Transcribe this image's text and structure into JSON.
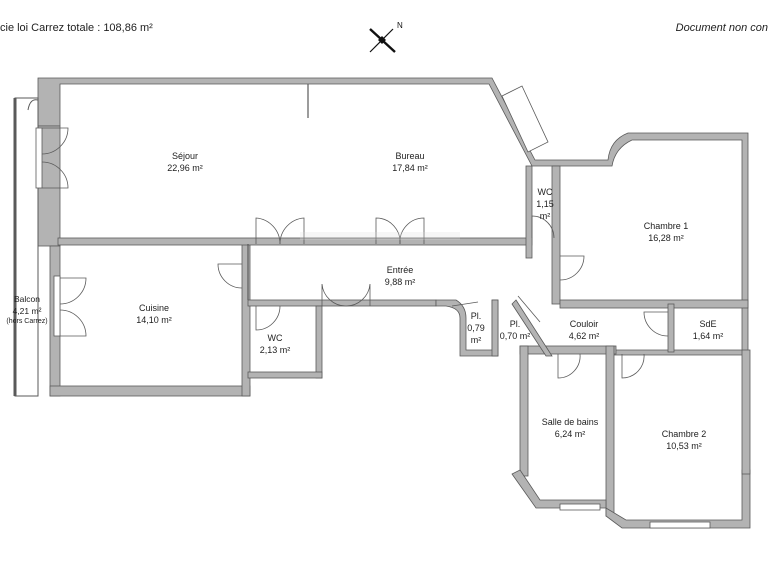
{
  "header": {
    "surface_text": "cie loi Carrez totale :  108,86 m²",
    "disclaimer_text": "Document non con"
  },
  "compass": {
    "north_letter": "N"
  },
  "rooms": [
    {
      "id": "sejour",
      "name": "Séjour",
      "area": "22,96 m²"
    },
    {
      "id": "bureau",
      "name": "Bureau",
      "area": "17,84 m²"
    },
    {
      "id": "wc1",
      "name": "WC",
      "area": "1,15 m²"
    },
    {
      "id": "chambre1",
      "name": "Chambre 1",
      "area": "16,28 m²"
    },
    {
      "id": "balcon",
      "name": "Balcon",
      "area": "4,21 m²",
      "note": "(hors Carrez)"
    },
    {
      "id": "cuisine",
      "name": "Cuisine",
      "area": "14,10 m²"
    },
    {
      "id": "entree",
      "name": "Entrée",
      "area": "9,88 m²"
    },
    {
      "id": "wc2",
      "name": "WC",
      "area": "2,13 m²"
    },
    {
      "id": "pl1",
      "name": "Pl.",
      "area": "0,79 m²"
    },
    {
      "id": "pl2",
      "name": "Pl.",
      "area": "0,70 m²"
    },
    {
      "id": "couloir",
      "name": "Couloir",
      "area": "4,62 m²"
    },
    {
      "id": "sde",
      "name": "SdE",
      "area": "1,64 m²"
    },
    {
      "id": "sdb",
      "name": "Salle de bains",
      "area": "6,24 m²"
    },
    {
      "id": "chambre2",
      "name": "Chambre 2",
      "area": "10,53 m²"
    }
  ],
  "colors": {
    "wall": "#b3b3b3",
    "wall_edge": "#5a5a5a",
    "text": "#1e1e1e"
  }
}
